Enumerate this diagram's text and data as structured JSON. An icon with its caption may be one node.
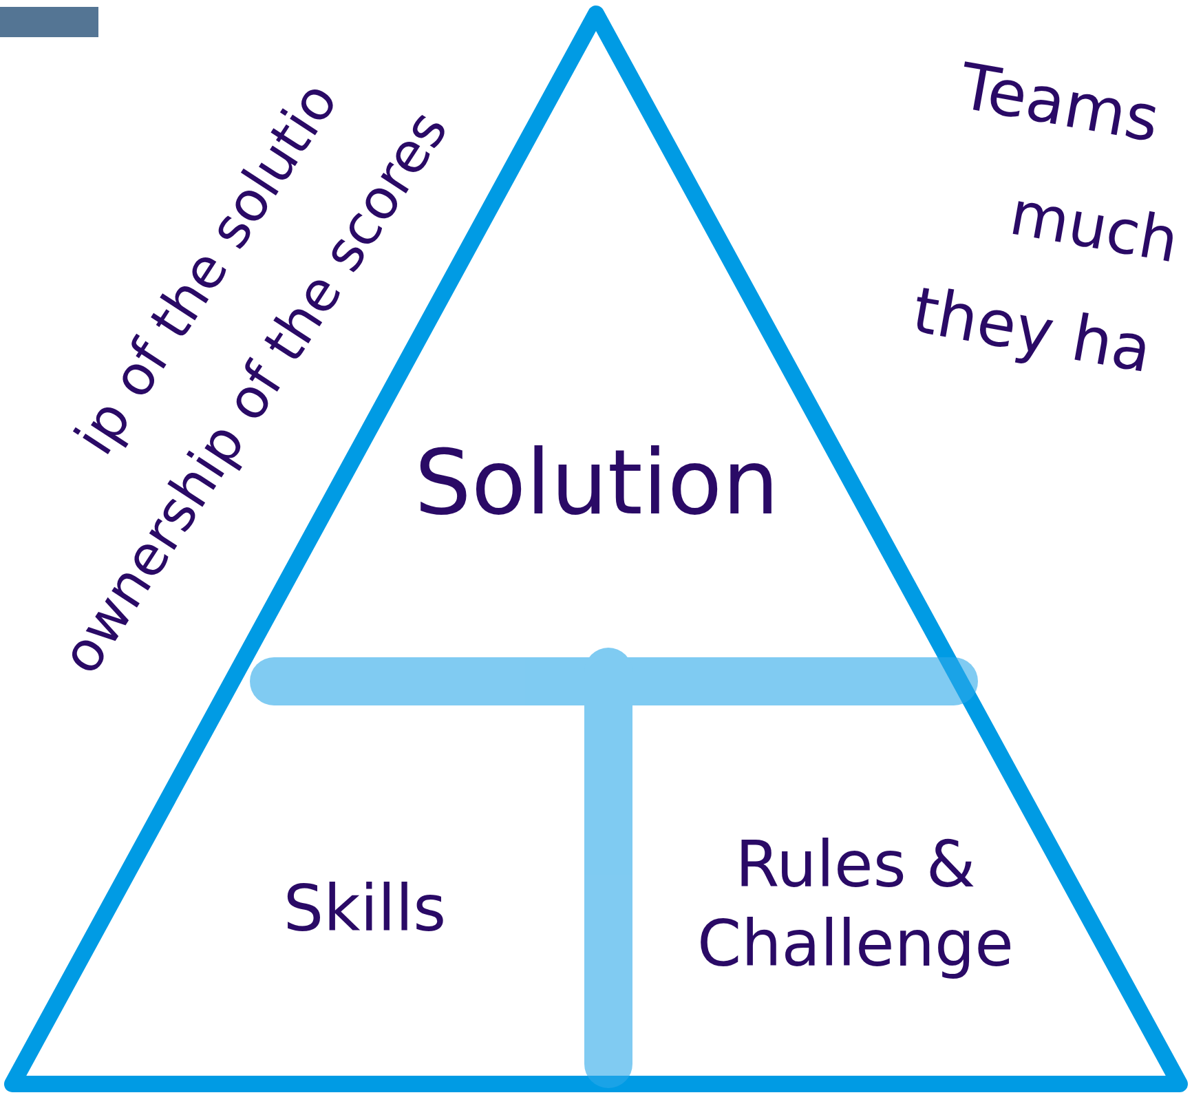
{
  "diagram": {
    "nodes": [
      {
        "text": [
          "Solution",
          "Skills",
          "Rules & Challenge"
        ]
      }
    ],
    "edges": [],
    "labels": [
      "ip of the solutio",
      "ownership of the scores",
      "Teams",
      "much",
      "they ha"
    ]
  }
}
